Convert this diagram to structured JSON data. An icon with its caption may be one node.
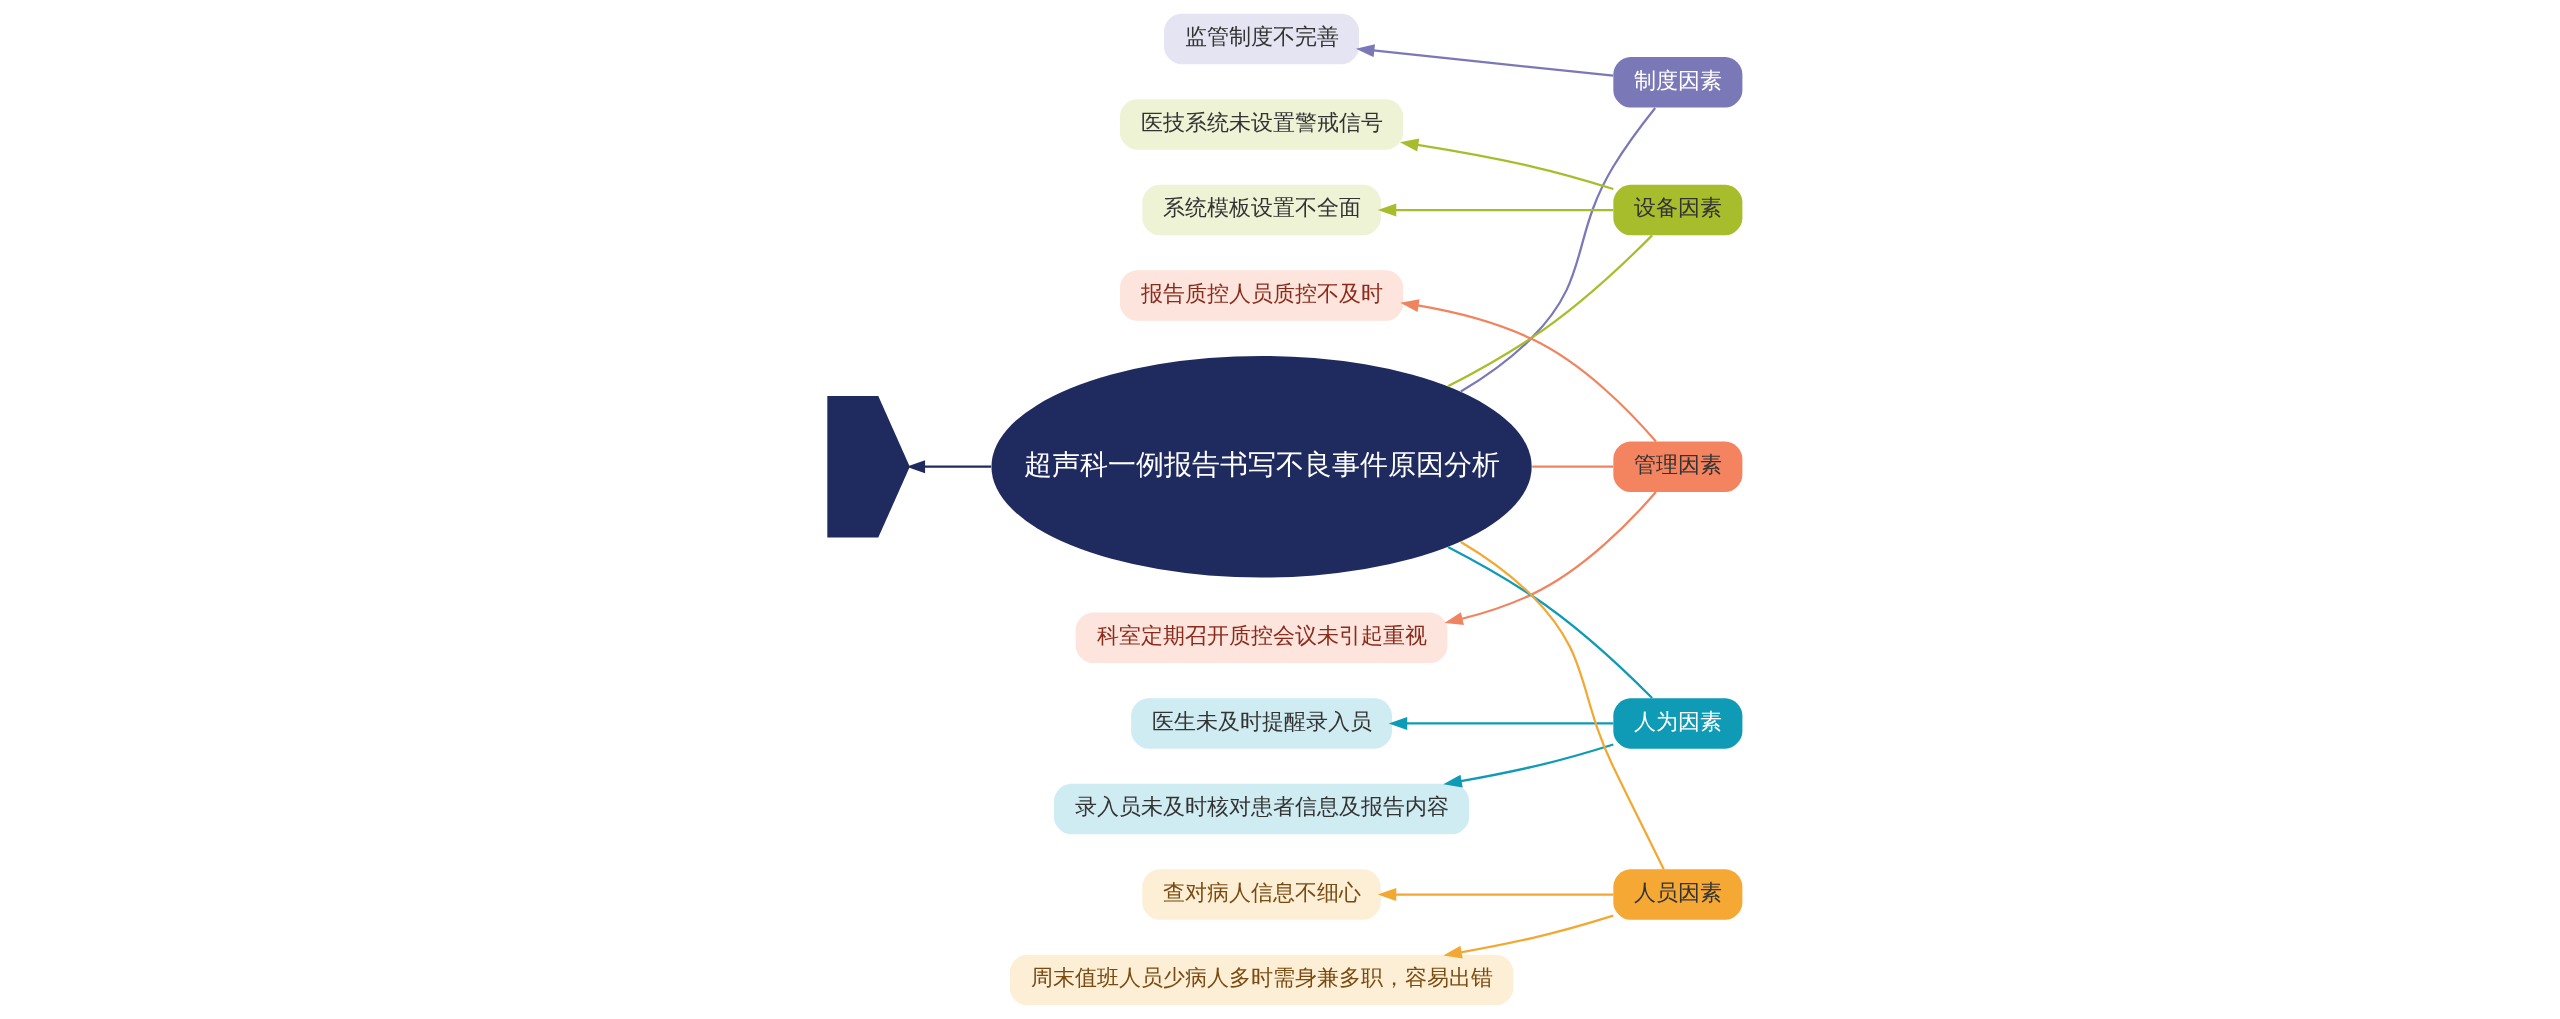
{
  "diagram": {
    "nodes": [
      {
        "text": [
          "超声科一例报告书写不良事件原因分析"
        ]
      },
      {
        "text": [],
        "shape": "tail"
      },
      {
        "text": [
          "制度因素"
        ]
      },
      {
        "text": [
          "监管制度不完善"
        ]
      },
      {
        "text": [
          "设备因素"
        ]
      },
      {
        "text": [
          "医技系统未设置警戒信号"
        ]
      },
      {
        "text": [
          "系统模板设置不全面"
        ]
      },
      {
        "text": [
          "管理因素"
        ]
      },
      {
        "text": [
          "科室定期召开质控会议未引起重视"
        ]
      },
      {
        "text": [
          "报告质控人员质控不及时"
        ]
      },
      {
        "text": [
          "人为因素"
        ]
      },
      {
        "text": [
          "医生未及时提醒录入员"
        ]
      },
      {
        "text": [
          "录入员未及时核对患者信息及报告内容"
        ]
      },
      {
        "text": [
          "人员因素"
        ]
      },
      {
        "text": [
          "查对病人信息不细心"
        ]
      },
      {
        "text": [
          "周末值班人员少病人多时需身兼多职，容易出错"
        ]
      }
    ],
    "edges": [
      {
        "from": 0,
        "to": 1,
        "arrow": "to",
        "color": "#1f2a5f"
      },
      {
        "from": 7,
        "to": 0,
        "arrow": "none",
        "color": "#f0845f"
      },
      {
        "from": 13,
        "to": 0,
        "arrow": "none",
        "color": "#f2a833"
      },
      {
        "from": 4,
        "to": 0,
        "arrow": "none",
        "color": "#a8bd2c"
      },
      {
        "from": 10,
        "to": 0,
        "arrow": "none",
        "color": "#0f9ab5"
      },
      {
        "from": 2,
        "to": 0,
        "arrow": "none",
        "color": "#7b78b8"
      },
      {
        "from": 2,
        "to": 3,
        "arrow": "to",
        "color": "#7b78b8"
      },
      {
        "from": 4,
        "to": 5,
        "arrow": "to",
        "color": "#a8bd2c"
      },
      {
        "from": 4,
        "to": 6,
        "arrow": "to",
        "color": "#a8bd2c"
      },
      {
        "from": 7,
        "to": 8,
        "arrow": "to",
        "color": "#f0845f"
      },
      {
        "from": 7,
        "to": 9,
        "arrow": "to",
        "color": "#f0845f"
      },
      {
        "from": 10,
        "to": 11,
        "arrow": "to",
        "color": "#0f9ab5"
      },
      {
        "from": 10,
        "to": 12,
        "arrow": "to",
        "color": "#0f9ab5"
      },
      {
        "from": 13,
        "to": 14,
        "arrow": "to",
        "color": "#f2a833"
      },
      {
        "from": 13,
        "to": 15,
        "arrow": "to",
        "color": "#f2a833"
      }
    ]
  }
}
